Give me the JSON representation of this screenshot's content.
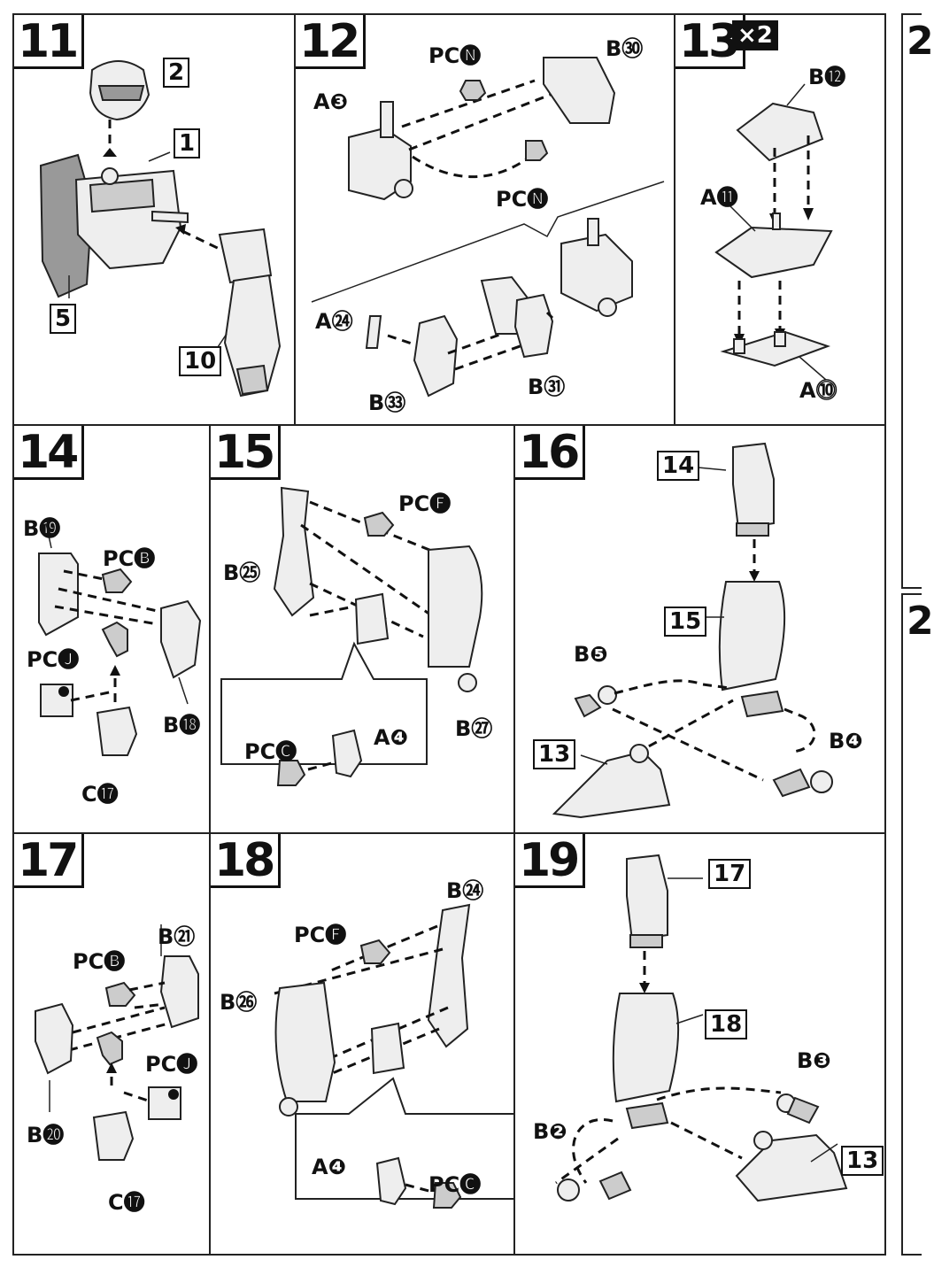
{
  "steps": {
    "s11": {
      "num": "11",
      "labels": {
        "t2": "2",
        "t1": "1",
        "t5": "5",
        "t10": "10"
      }
    },
    "s12": {
      "num": "12",
      "labels": {
        "a3": "A❸",
        "pcn1": "PC🅝",
        "b30": "B㉚",
        "pcn2": "PC🅝",
        "a24": "A㉔",
        "b33": "B㉝",
        "b31": "B㉛"
      }
    },
    "s13": {
      "num": "13",
      "mult": "×2",
      "labels": {
        "b12": "B⓬",
        "a11": "A⓫",
        "a10": "A⓾"
      }
    },
    "s14": {
      "num": "14",
      "labels": {
        "b19": "B⓳",
        "pcb": "PC🅑",
        "pcj": "PC🅙",
        "b18": "B⓲",
        "c17": "C⓱"
      }
    },
    "s15": {
      "num": "15",
      "labels": {
        "pcf": "PC🅕",
        "b25": "B㉕",
        "b27": "B㉗",
        "pcc": "PC🅒",
        "a4": "A❹"
      }
    },
    "s16": {
      "num": "16",
      "labels": {
        "t14": "14",
        "t15": "15",
        "b5": "B❺",
        "t13": "13",
        "b4": "B❹"
      }
    },
    "s17": {
      "num": "17",
      "labels": {
        "b21": "B㉑",
        "pcb": "PC🅑",
        "pcj": "PC🅙",
        "b20": "B⓴",
        "c17": "C⓱"
      }
    },
    "s18": {
      "num": "18",
      "labels": {
        "b24": "B㉔",
        "pcf": "PC🅕",
        "b26": "B㉖",
        "a4": "A❹",
        "pcc": "PC🅒"
      }
    },
    "s19": {
      "num": "19",
      "labels": {
        "t17": "17",
        "t18": "18",
        "b3": "B❸",
        "b2": "B❷",
        "t13": "13"
      }
    }
  },
  "edge": {
    "a": "2",
    "b": "2"
  }
}
